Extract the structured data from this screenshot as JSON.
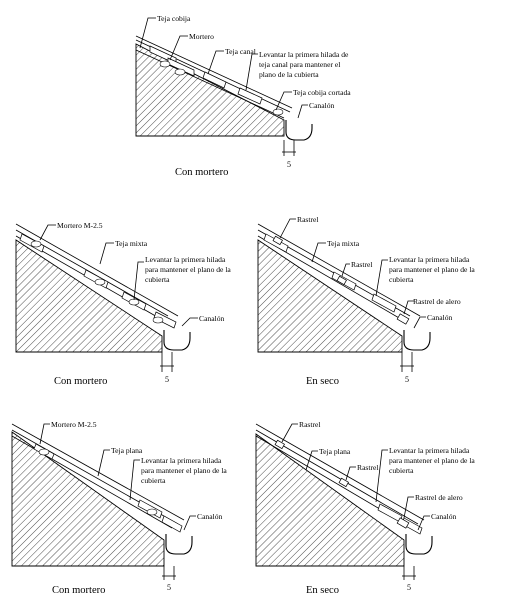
{
  "panels": {
    "p1": {
      "labels": {
        "teja_cobija": "Teja cobija",
        "mortero": "Mortero",
        "teja_canal": "Teja canal",
        "levantar_1": "Levantar la primera hilada de",
        "levantar_2": "teja canal para mantener el",
        "levantar_3": "plano de la cubierta",
        "teja_cobija_cortada": "Teja cobija cortada",
        "canalon": "Canalón"
      },
      "dimension": "5",
      "caption": "Con mortero"
    },
    "p2": {
      "labels": {
        "mortero": "Mortero M-2.5",
        "teja": "Teja mixta",
        "levantar_1": "Levantar la primera hilada",
        "levantar_2": "para mantener el plano de la",
        "levantar_3": "cubierta",
        "canalon": "Canalón"
      },
      "dimension": "5",
      "caption": "Con mortero"
    },
    "p3": {
      "labels": {
        "rastrel_1": "Rastrel",
        "teja": "Teja mixta",
        "rastrel_2": "Rastrel",
        "levantar_1": "Levantar la primera hilada",
        "levantar_2": "para mantener el plano de la",
        "levantar_3": "cubierta",
        "rastrel_alero": "Rastrel de alero",
        "canalon": "Canalón"
      },
      "dimension": "5",
      "caption": "En seco"
    },
    "p4": {
      "labels": {
        "mortero": "Mortero M-2.5",
        "teja": "Teja plana",
        "levantar_1": "Levantar la primera hilada",
        "levantar_2": "para mantener el plano de la",
        "levantar_3": "cubierta",
        "canalon": "Canalón"
      },
      "dimension": "5",
      "caption": "Con mortero"
    },
    "p5": {
      "labels": {
        "rastrel_1": "Rastrel",
        "teja": "Teja plana",
        "rastrel_2": "Rastrel",
        "levantar_1": "Levantar la primera hilada",
        "levantar_2": "para mantener el plano de la",
        "levantar_3": "cubierta",
        "rastrel_alero": "Rastrel de alero",
        "canalon": "Canalón"
      },
      "dimension": "5",
      "caption": "En seco"
    }
  }
}
